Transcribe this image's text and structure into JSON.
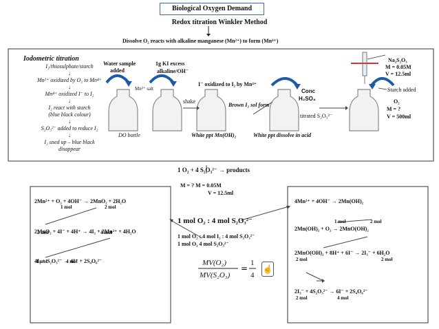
{
  "header": {
    "title": "Biological Oxygen Demand",
    "subtitle": "Redox titration Winkler Method",
    "dissolve": "Dissolve O₂ reacts with alkaline manganese (Mn²⁺) to form (Mn⁴⁺)"
  },
  "iodometric": {
    "heading": "Iodometric titration",
    "lines": [
      "I₂/thiosulphate/starch",
      "↓",
      "Mn²⁺ oxidized by O₂ to Mn⁴⁺",
      "↓",
      "Mn⁴⁺ oxidized I⁻ to I₂",
      "↓",
      "I₂ react with starch",
      "(blue black colour)",
      "↓",
      "S₂O₃²⁻ added  to reduce I₂",
      "↓",
      "I₂ used up – blue black",
      "disappear"
    ]
  },
  "steps": {
    "water_sample": "Water sample",
    "added": "added",
    "mn_salt": "Mn²⁺ salt",
    "ki_excess": "1g KI excess",
    "alkaline": "alkaline/OH⁻",
    "shake": "shake",
    "i_oxidized": "I⁻ oxidized to I₂ by Mn⁴⁺",
    "brown": "Brown I₂ sol form",
    "conc": "Conc",
    "h2so4": "H₂SO₄",
    "titrated": "titrated  S₂O₃²⁻",
    "na2s2o3": "Na₂S₂O₃",
    "m_val": "M = 0.05M",
    "v_val": "V  = 12.5ml",
    "starch": "Starch added",
    "o2": "O₂",
    "m_q": "M = ?",
    "v_500": "V = 500ml",
    "do_bottle": "DO bottle",
    "white_ppt": "White ppt Mn(OH)₂",
    "white_ppt_acid": "White ppt dissolve in acid"
  },
  "center": {
    "eq": "1 O₂   +   4 S₂O₃²⁻      →   products",
    "m_line": "M = ?       M = 0.05M",
    "v_line": "V = 12.5ml",
    "ratio": "1 mol O₂ : 4 mol S₂O₃²⁻",
    "ratio2a": "1 mol O₂ : 4 mol I₂ :  4 mol S₂O₃²⁻",
    "ratio2b": "1 mol O₂                4 mol S₂O₃²⁻",
    "formula_num": "MV(O₂)",
    "formula_den": "MV(S₂O₃)",
    "formula_rhs_num": "1",
    "formula_rhs_den": "4"
  },
  "left_box": {
    "eq1": "2Mn²⁺  +  O₂ +  4OH⁻  →  2MnO₂    +  2H₂O",
    "eq1_mol_a": "1 mol",
    "eq1_mol_b": "2 mol",
    "eq2": "2MnO₂  +  4I⁻ + 4H⁺  →  4I₂  +  2Mn²⁺ + 4H₂O",
    "eq2_mol_a": "2 mol",
    "eq2_mol_b": "4 mol",
    "eq3": "4I₂     +    S₂O₃²⁻   →    4I⁻   +    2S₄O₆²⁻",
    "eq3_mol_a": "4 mol",
    "eq3_mol_b": "4 mol"
  },
  "right_box": {
    "eq1": "4Mn²⁺  +  4OH⁻  →  2Mn(OH)₂",
    "eq2_mol_a": "1 mol",
    "eq2_mol_b": "2 mol",
    "eq2": "2Mn(OH)₂  +  O₂   →   2MnO(OH)₂",
    "eq3": "2MnO(OH)₂ + 8H⁺  +  6I⁻  →   2I₃⁻  +  6H₂O",
    "eq3_mol_a": "2 mol",
    "eq3_mol_b": "2 mol",
    "eq4": "2I₃⁻     +      4S₂O₃²⁻  →    6I⁻   +   2S₄O₆²⁻",
    "eq4_mol_a": "2 mol",
    "eq4_mol_b": "4 mol"
  }
}
